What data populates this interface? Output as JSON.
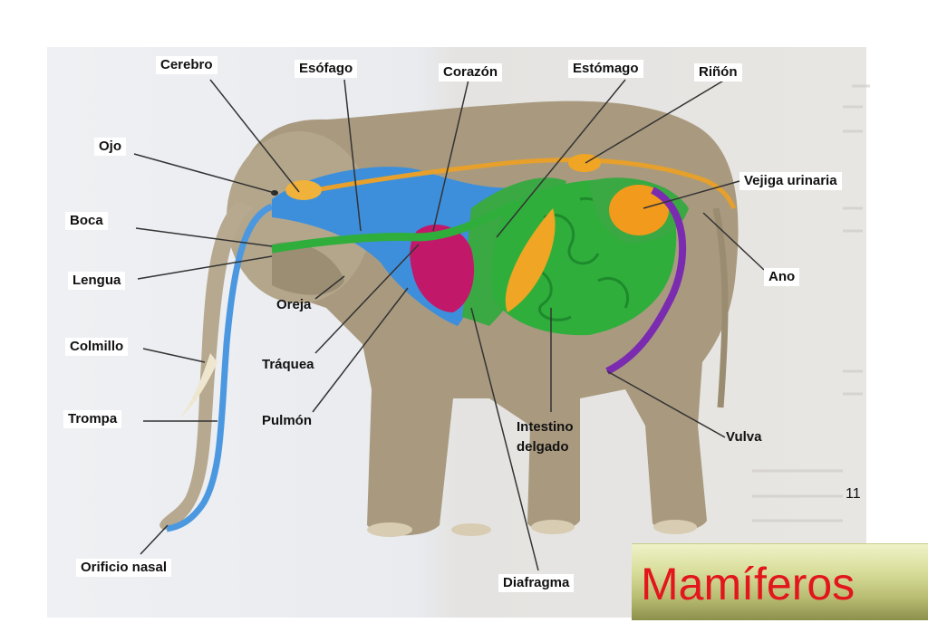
{
  "labels": {
    "cerebro": "Cerebro",
    "esofago": "Esófago",
    "corazon": "Corazón",
    "estomago": "Estómago",
    "rinon": "Riñón",
    "ojo": "Ojo",
    "vejiga": "Vejiga urinaria",
    "boca": "Boca",
    "lengua": "Lengua",
    "oreja": "Oreja",
    "ano": "Ano",
    "colmillo": "Colmillo",
    "traquea": "Tráquea",
    "trompa": "Trompa",
    "pulmon": "Pulmón",
    "intestino_line1": "Intestino",
    "intestino_line2": "delgado",
    "vulva": "Vulva",
    "orificio": "Orificio nasal",
    "diafragma": "Diafragma"
  },
  "page_number": "11",
  "title": "Mamíferos",
  "colors": {
    "title_text": "#e2161c",
    "organ_blue": "#3d8fdc",
    "organ_green": "#2fae3c",
    "organ_orange": "#f0a524",
    "organ_magenta": "#c2186a",
    "organ_purple": "#7a2bb0",
    "elephant_body": "#a99a7f"
  }
}
